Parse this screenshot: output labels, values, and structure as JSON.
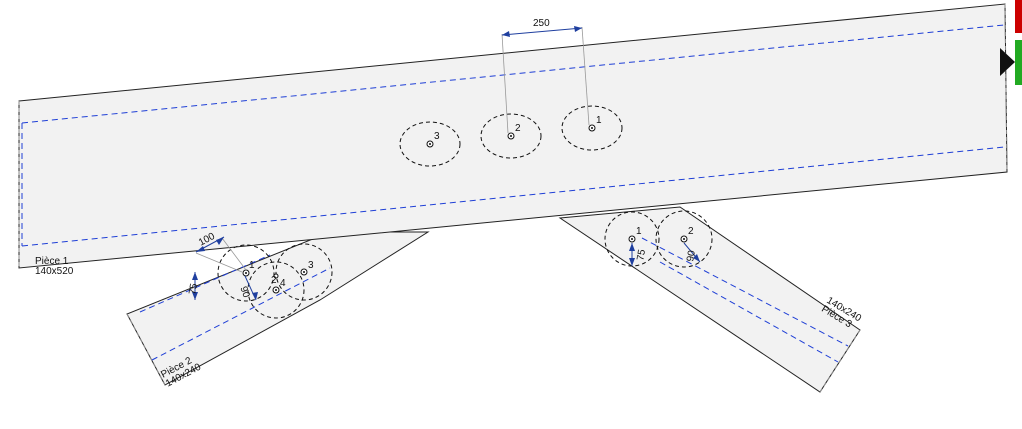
{
  "pieces": [
    {
      "name": "Pièce 1",
      "section": "140x520"
    },
    {
      "name": "Pièce 2",
      "section": "140x240"
    },
    {
      "name": "Pièce 3",
      "section": "140x240"
    }
  ],
  "bolts": {
    "piece1": [
      "1",
      "2",
      "3"
    ],
    "piece2": [
      "1",
      "2",
      "3",
      "4"
    ],
    "piece3": [
      "1",
      "2"
    ]
  },
  "dimensions": {
    "top_spacing": "250",
    "p2_edge": "100",
    "p2_side": "75",
    "p2_pitch": "90",
    "p3_side": "75",
    "p3_pitch": "90"
  },
  "side_indicator": {
    "top_color": "#cc0000",
    "bottom_color": "#22aa22",
    "arrow_color": "#111111"
  }
}
